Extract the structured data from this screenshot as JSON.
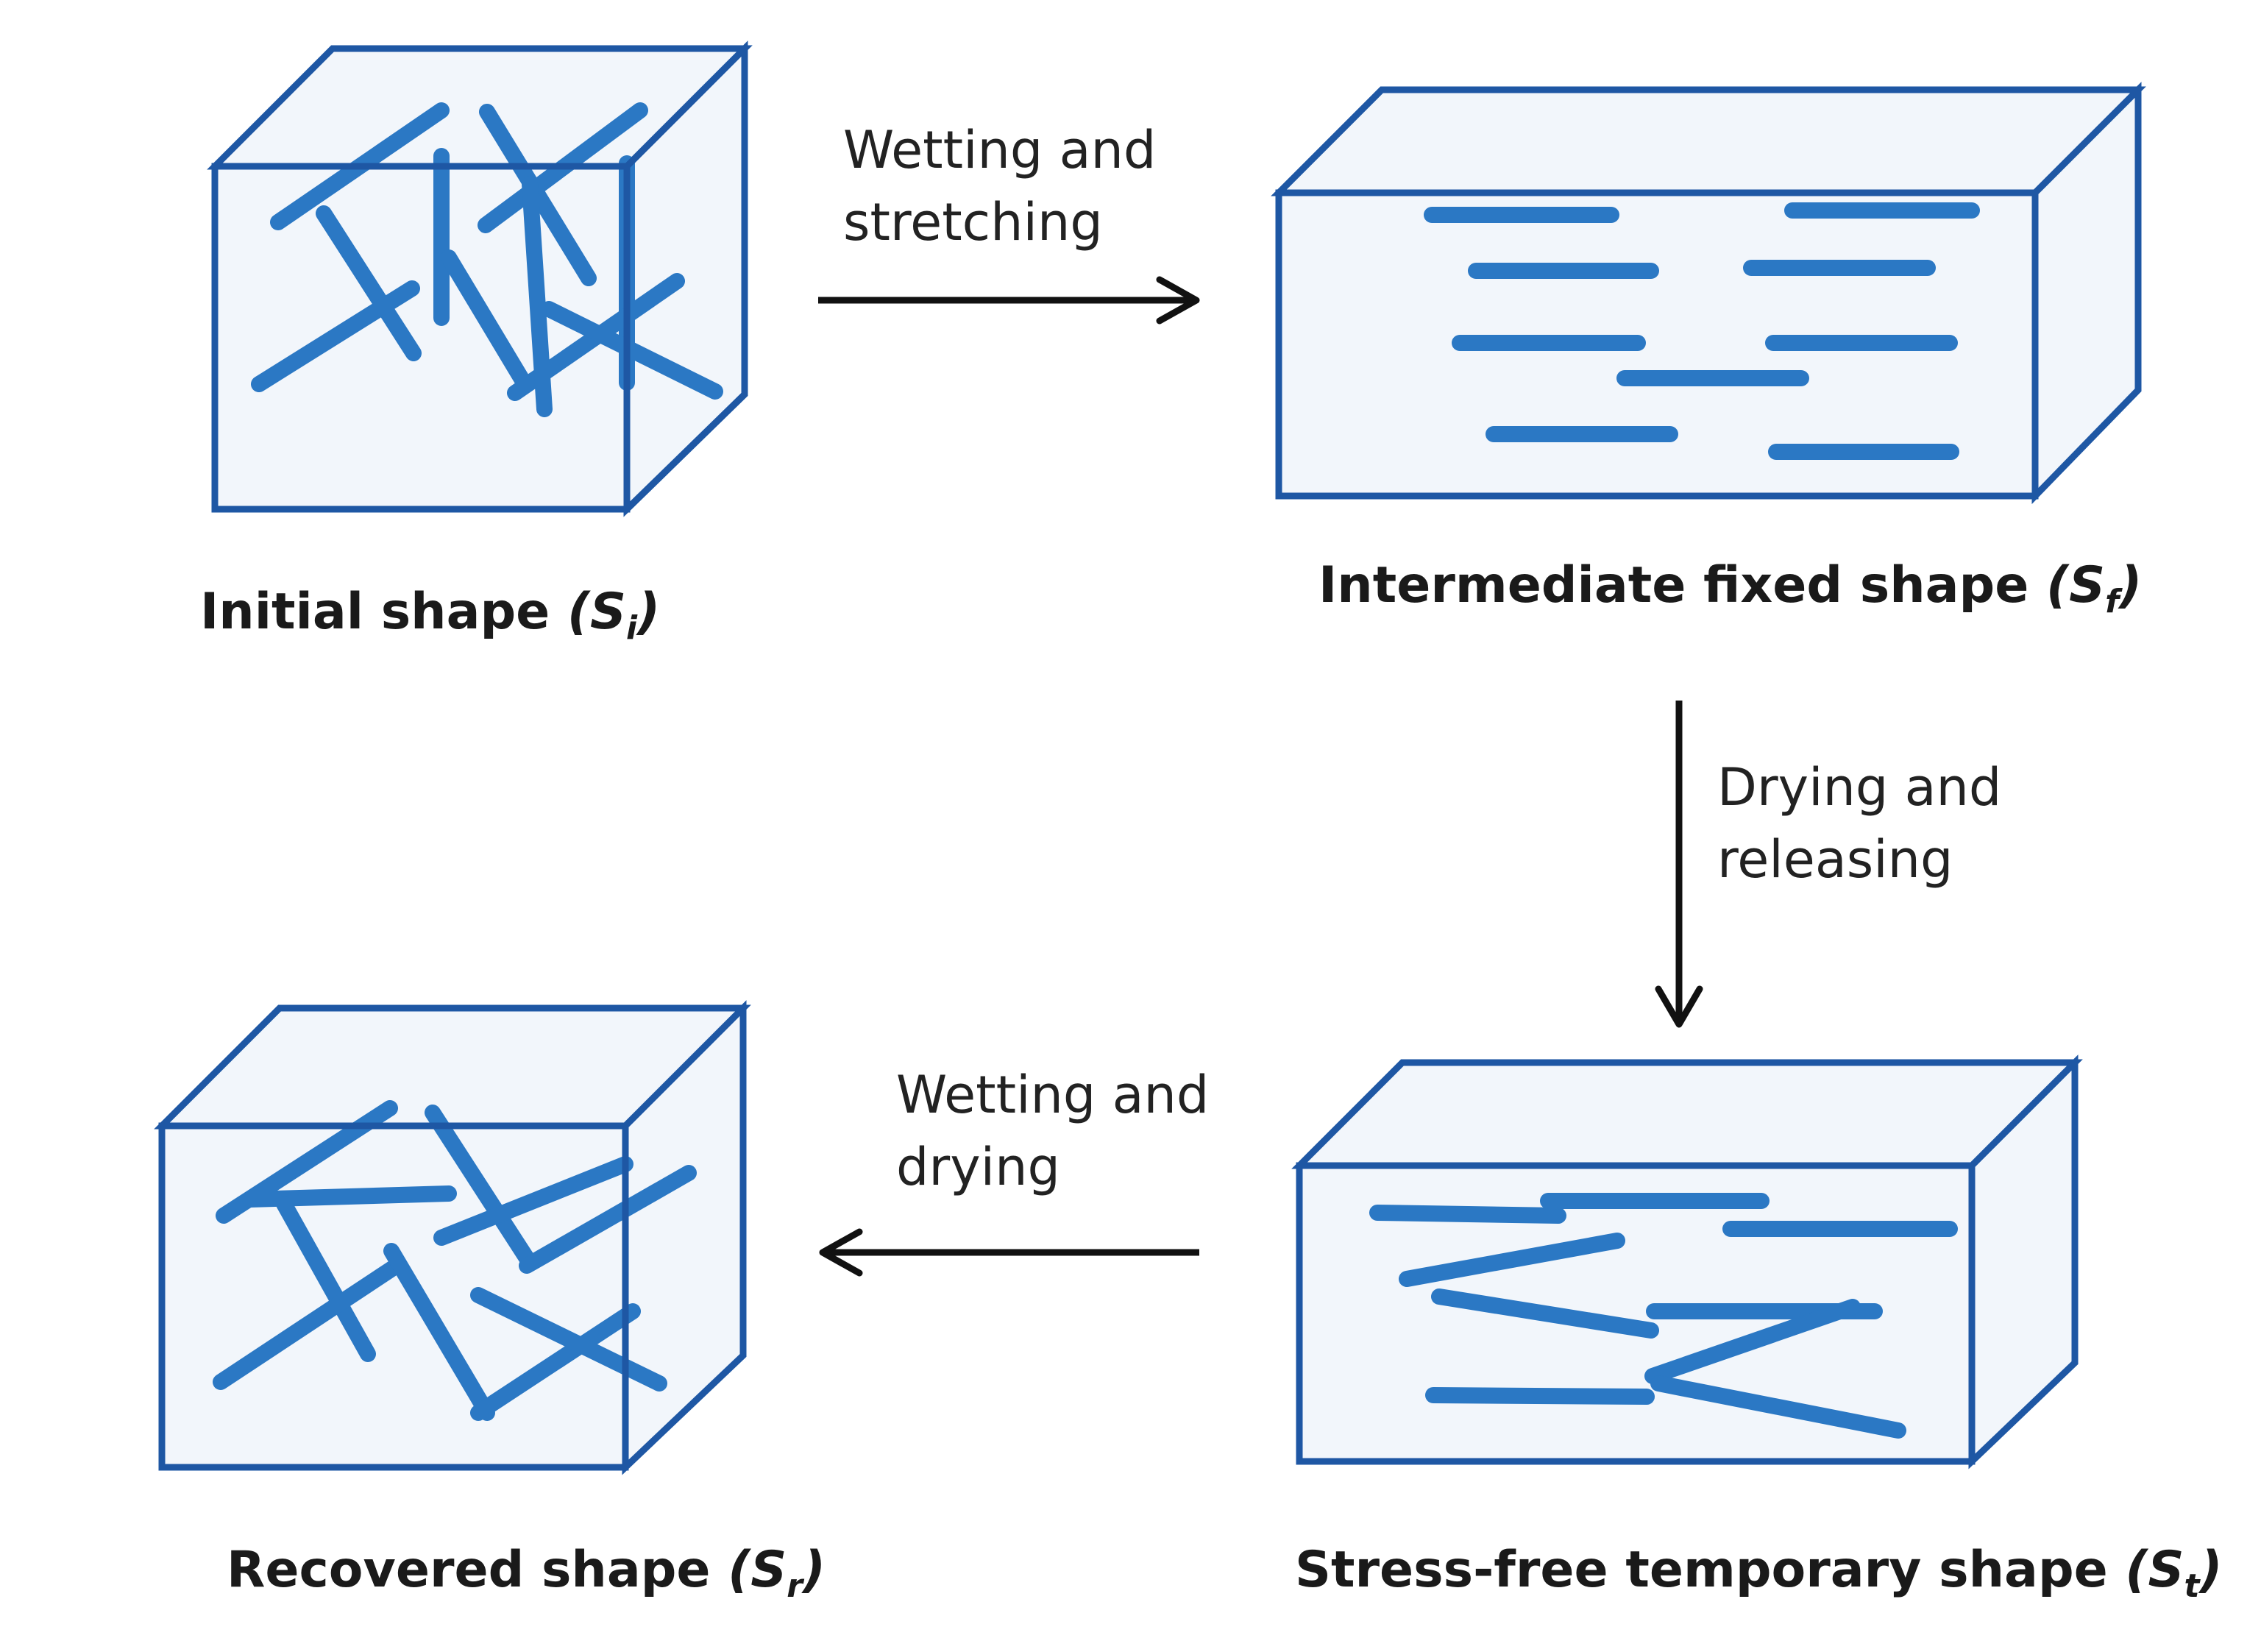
{
  "colors": {
    "box_stroke": "#1e57a4",
    "box_fill": "#f2f6fb",
    "fiber": "#2b78c4",
    "arrow": "#111111"
  },
  "steps": {
    "wet_stretch": {
      "line1": "Wetting and",
      "line2": "stretching"
    },
    "dry_release": {
      "line1": "Drying and",
      "line2": "releasing"
    },
    "wet_dry": {
      "line1": "Wetting and",
      "line2": "drying"
    }
  },
  "shapes": {
    "initial": {
      "text": "Initial shape",
      "open": "(",
      "symbol": "S",
      "subscript": "i",
      "close": ")"
    },
    "intermediate": {
      "text": "Intermediate fixed shape",
      "open": "(",
      "symbol": "S",
      "subscript": "f",
      "close": ")"
    },
    "temporary": {
      "text": "Stress-free temporary shape",
      "open": "(",
      "symbol": "S",
      "subscript": "t",
      "close": ")"
    },
    "recovered": {
      "text": "Recovered shape",
      "open": "(",
      "symbol": "S",
      "subscript": "r",
      "close": ")"
    }
  }
}
